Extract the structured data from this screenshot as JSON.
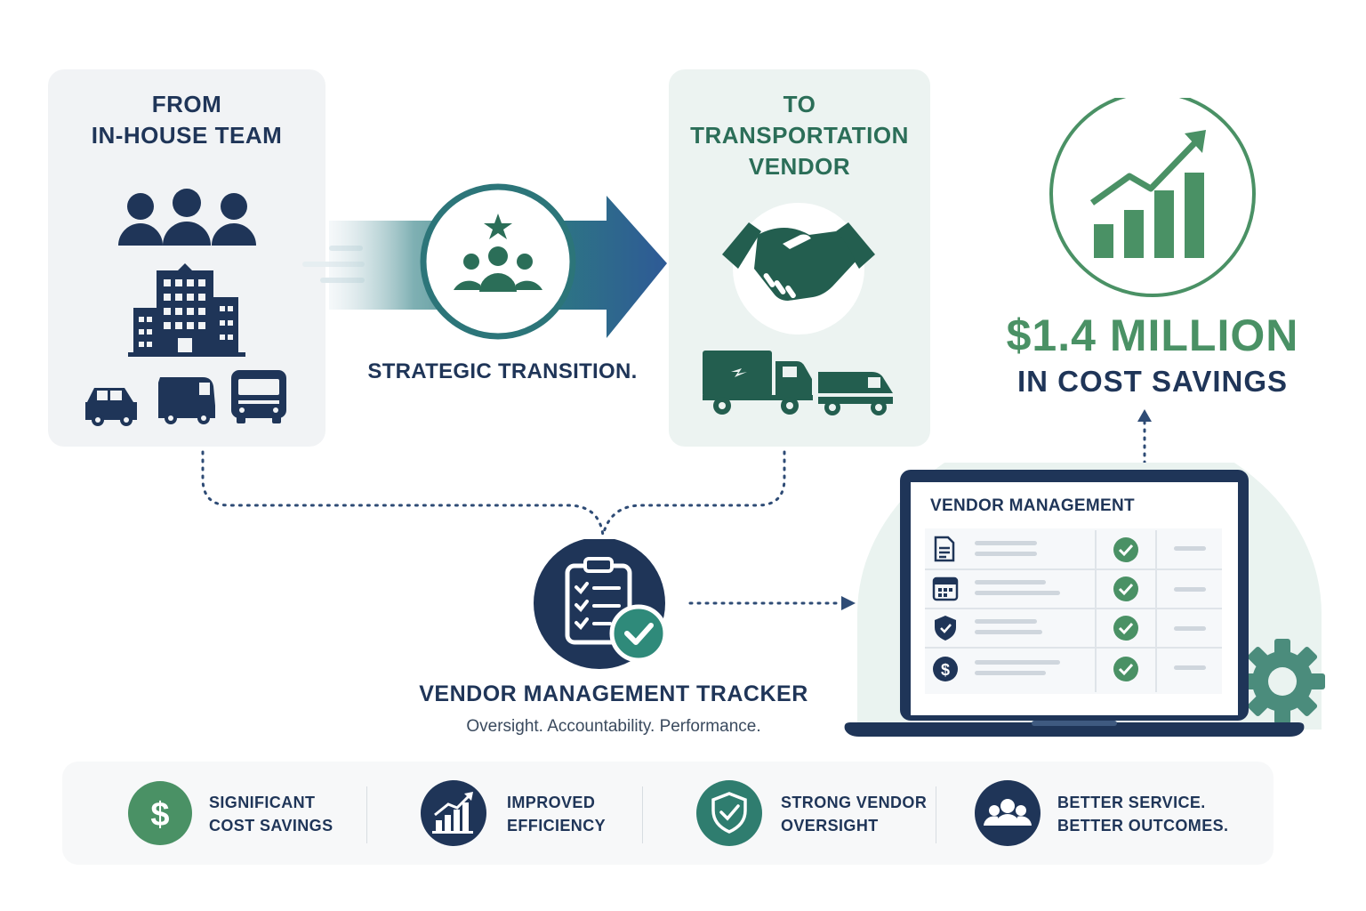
{
  "from_panel": {
    "title_line1": "FROM",
    "title_line2": "IN-HOUSE TEAM",
    "icons": [
      "people-group-icon",
      "office-building-icon",
      "car-icon",
      "van-icon",
      "bus-icon"
    ]
  },
  "transition": {
    "label": "STRATEGIC TRANSITION.",
    "icon": "team-star-icon"
  },
  "to_panel": {
    "title_line1": "TO",
    "title_line2": "TRANSPORTATION",
    "title_line3": "VENDOR",
    "icons": [
      "handshake-icon",
      "box-truck-icon",
      "delivery-van-icon"
    ]
  },
  "savings": {
    "amount": "$1.4 MILLION",
    "label": "IN COST SAVINGS",
    "icon": "growth-chart-icon"
  },
  "tracker": {
    "title": "VENDOR MANAGEMENT TRACKER",
    "subtitle": "Oversight. Accountability. Performance.",
    "icon": "clipboard-check-icon"
  },
  "laptop": {
    "screen_title": "VENDOR MANAGEMENT",
    "rows": [
      {
        "icon": "document-icon",
        "status": "check-icon"
      },
      {
        "icon": "calendar-icon",
        "status": "check-icon"
      },
      {
        "icon": "shield-icon",
        "status": "check-icon"
      },
      {
        "icon": "dollar-icon",
        "status": "check-icon"
      }
    ]
  },
  "benefits": [
    {
      "line1": "SIGNIFICANT",
      "line2": "COST SAVINGS",
      "icon": "dollar-icon"
    },
    {
      "line1": "IMPROVED",
      "line2": "EFFICIENCY",
      "icon": "bar-chart-icon"
    },
    {
      "line1": "STRONG VENDOR",
      "line2": "OVERSIGHT",
      "icon": "shield-check-icon"
    },
    {
      "line1": "BETTER SERVICE.",
      "line2": "BETTER OUTCOMES.",
      "icon": "people-icon"
    }
  ],
  "colors": {
    "navy": "#1f3558",
    "teal": "#2b6e58",
    "green": "#4a9165",
    "blue_arrow": "#2e5f8f",
    "panel_gray": "#f1f3f5",
    "panel_mint": "#ecf3f1"
  }
}
